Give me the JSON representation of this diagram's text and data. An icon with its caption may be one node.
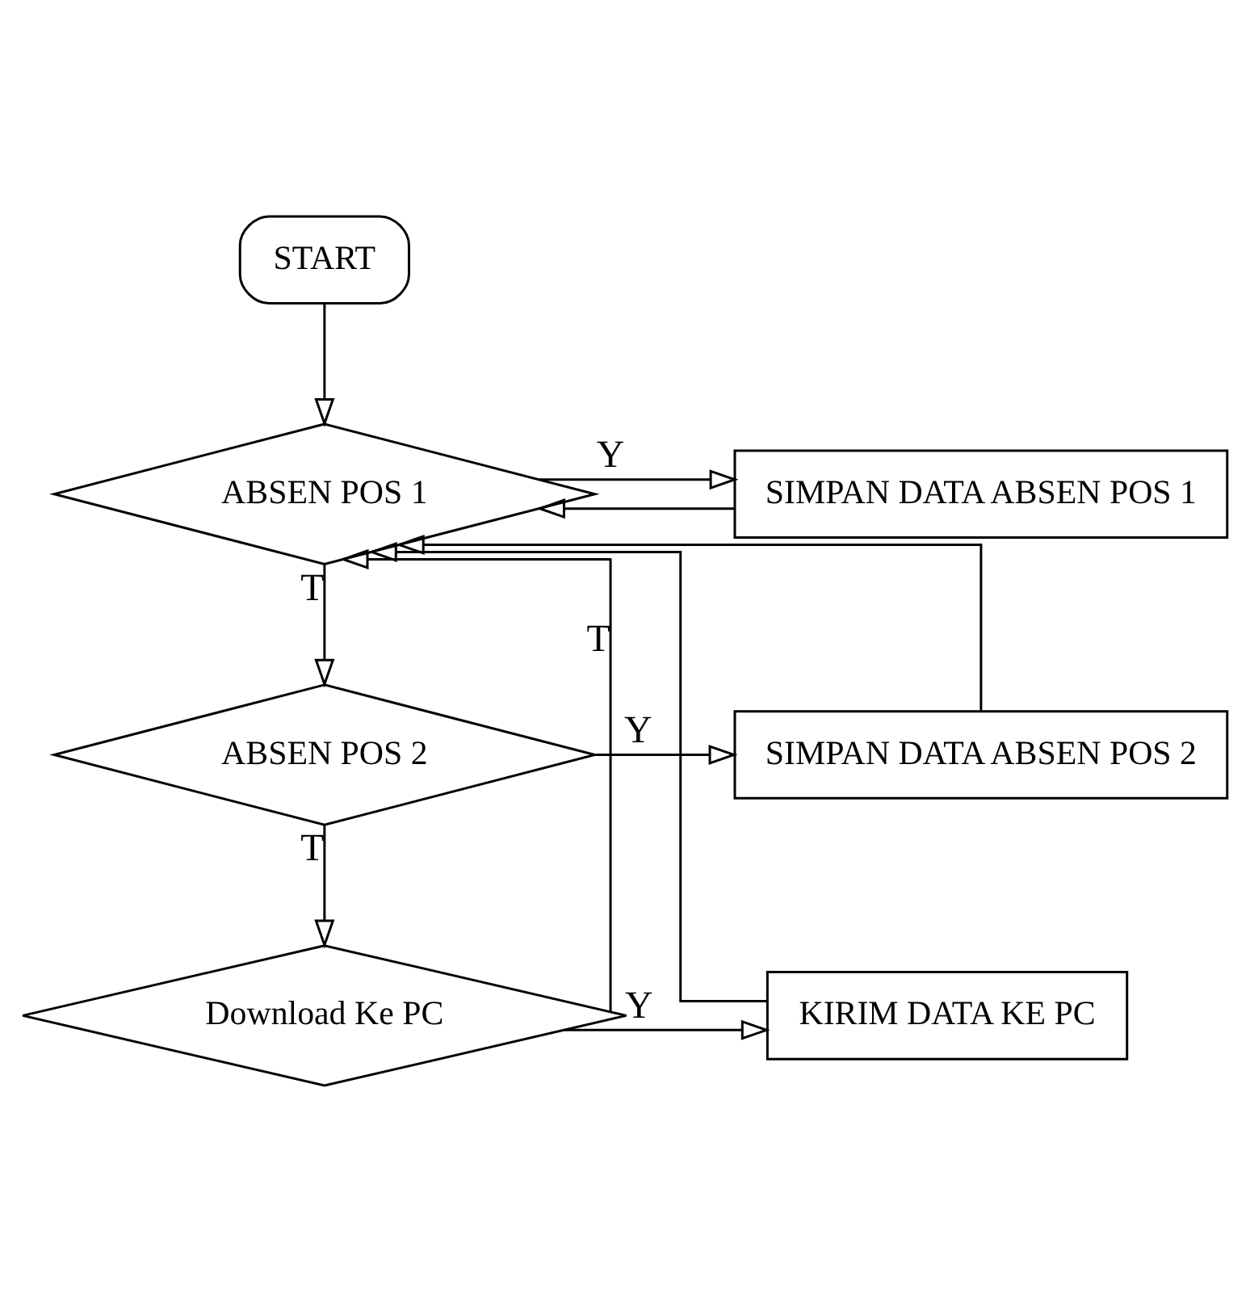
{
  "diagram": {
    "nodes": [
      {
        "text": [
          "START"
        ]
      },
      {
        "text": [
          "ABSEN POS 1"
        ]
      },
      {
        "text": [
          "SIMPAN DATA ABSEN POS 1"
        ]
      },
      {
        "text": [
          "ABSEN POS 2"
        ]
      },
      {
        "text": [
          "SIMPAN DATA ABSEN POS 2"
        ]
      },
      {
        "text": [
          "Download Ke PC"
        ]
      },
      {
        "text": [
          "KIRIM DATA KE PC"
        ]
      }
    ],
    "edges": [
      {
        "from": 0,
        "to": 1,
        "arrow": "to"
      },
      {
        "from": 1,
        "to": 2,
        "arrow": "to",
        "label": "Y"
      },
      {
        "from": 1,
        "to": 3,
        "arrow": "to",
        "label": "T"
      },
      {
        "from": 3,
        "to": 4,
        "arrow": "to",
        "label": "Y"
      },
      {
        "from": 3,
        "to": 5,
        "arrow": "to",
        "label": "T"
      },
      {
        "from": 5,
        "to": 6,
        "arrow": "to",
        "label": "Y"
      },
      {
        "from": 5,
        "to": 1,
        "arrow": "to",
        "label": "T"
      },
      {
        "from": 2,
        "to": 1,
        "arrow": "to"
      },
      {
        "from": 4,
        "to": 1,
        "arrow": "to"
      },
      {
        "from": 6,
        "to": 1,
        "arrow": "to"
      }
    ]
  }
}
